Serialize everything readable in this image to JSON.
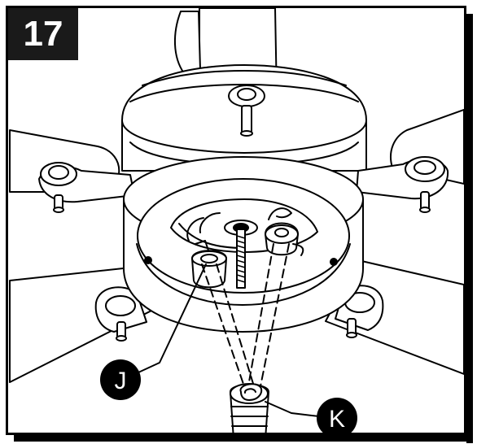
{
  "step": {
    "number": "17"
  },
  "callouts": [
    {
      "id": "J",
      "label": "J"
    },
    {
      "id": "K",
      "label": "K"
    }
  ],
  "colors": {
    "line": "#000000",
    "fill": "#ffffff",
    "badge": "#1a1a1a"
  }
}
